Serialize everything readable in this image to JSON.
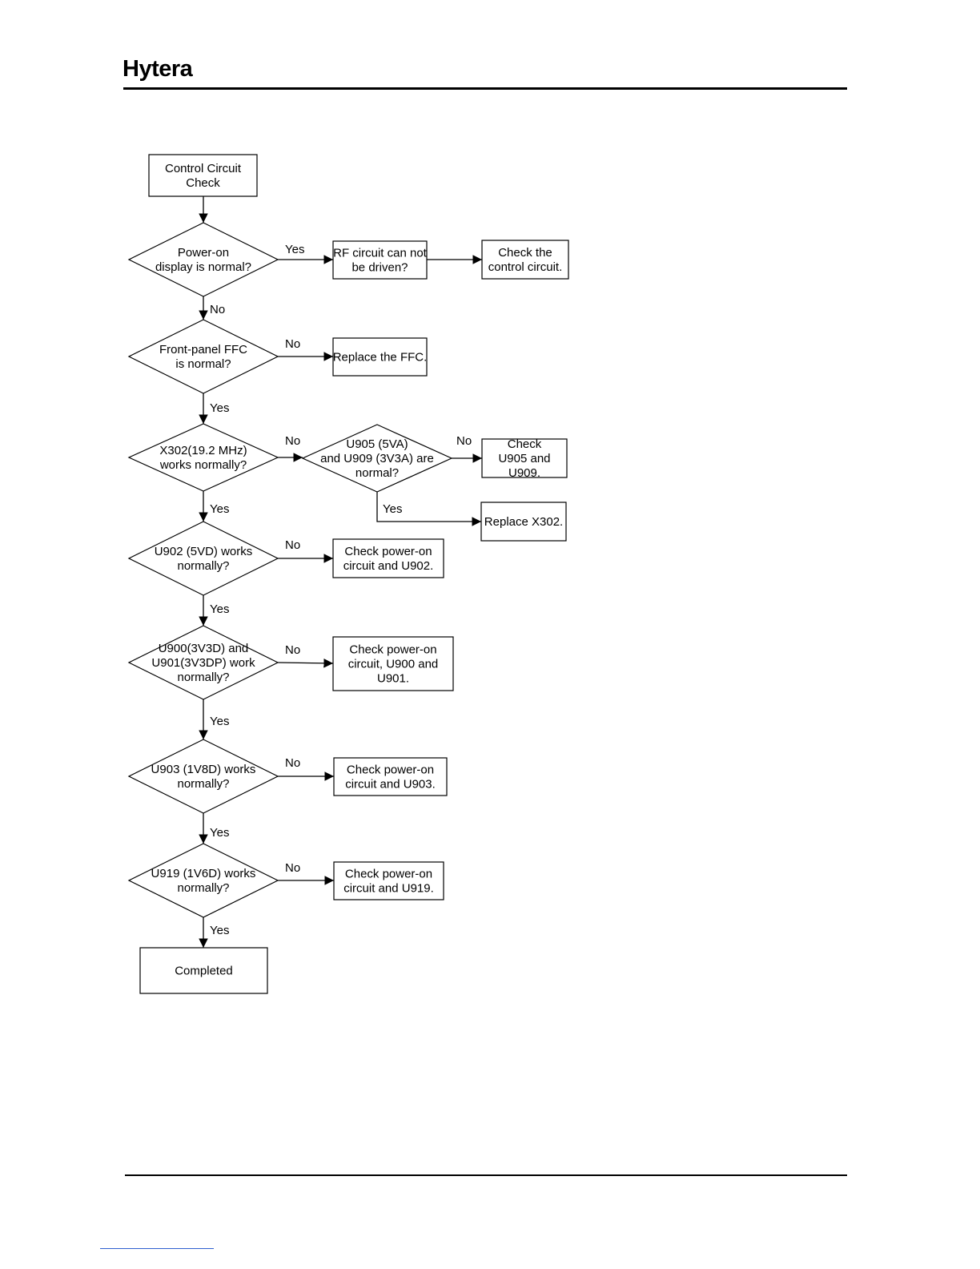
{
  "header": {
    "brand": "Hytera"
  },
  "flowchart": {
    "start": {
      "lines": [
        "Control Circuit",
        "Check"
      ]
    },
    "end": {
      "lines": [
        "Completed"
      ]
    },
    "decisions": [
      {
        "id": "power-on-display",
        "lines": [
          "Power-on",
          "display is normal?"
        ]
      },
      {
        "id": "front-panel-ffc",
        "lines": [
          "Front-panel FFC",
          "is normal?"
        ]
      },
      {
        "id": "x302",
        "lines": [
          "X302(19.2 MHz)",
          "works normally?"
        ]
      },
      {
        "id": "u905-u909",
        "lines": [
          "U905 (5VA)",
          "and U909 (3V3A) are",
          "normal?"
        ]
      },
      {
        "id": "u902",
        "lines": [
          "U902 (5VD) works",
          "normally?"
        ]
      },
      {
        "id": "u900-u901",
        "lines": [
          "U900(3V3D) and",
          "U901(3V3DP) work",
          "normally?"
        ]
      },
      {
        "id": "u903",
        "lines": [
          "U903 (1V8D) works",
          "normally?"
        ]
      },
      {
        "id": "u919",
        "lines": [
          "U919 (1V6D) works",
          "normally?"
        ]
      }
    ],
    "processes": [
      {
        "id": "rf-circuit",
        "lines": [
          "RF circuit can not",
          "be driven?"
        ]
      },
      {
        "id": "check-control",
        "lines": [
          "Check the",
          "control circuit."
        ]
      },
      {
        "id": "replace-ffc",
        "lines": [
          "Replace the FFC."
        ]
      },
      {
        "id": "check-u905-u909",
        "lines": [
          "Check",
          "U905 and",
          "U909."
        ]
      },
      {
        "id": "replace-x302",
        "lines": [
          "Replace X302."
        ]
      },
      {
        "id": "check-u902",
        "lines": [
          "Check power-on",
          "circuit and U902."
        ]
      },
      {
        "id": "check-u900-u901",
        "lines": [
          "Check power-on",
          "circuit, U900 and",
          "U901."
        ]
      },
      {
        "id": "check-u903",
        "lines": [
          "Check power-on",
          "circuit and U903."
        ]
      },
      {
        "id": "check-u919",
        "lines": [
          "Check power-on",
          "circuit and U919."
        ]
      }
    ],
    "edge_labels": {
      "yes": "Yes",
      "no": "No"
    }
  }
}
